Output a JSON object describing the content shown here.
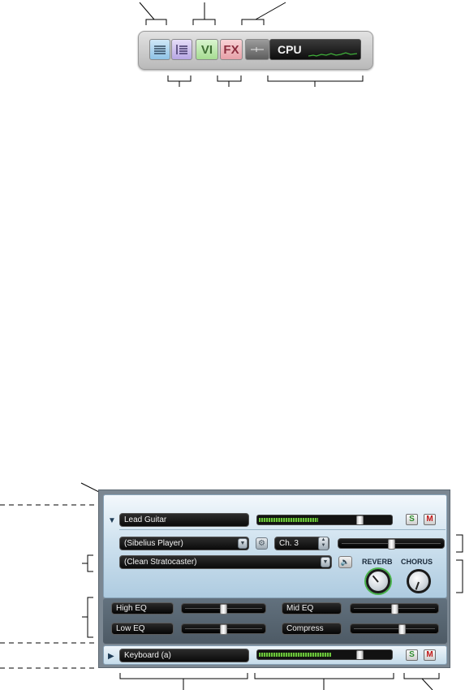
{
  "toolbar": {
    "vi_label": "VI",
    "fx_label": "FX",
    "minus_label": "-",
    "cpu_label": "CPU",
    "icons": [
      "mixer-icon",
      "track-list-icon"
    ]
  },
  "mixer": {
    "track1": {
      "name": "Lead Guitar",
      "device": "(Sibelius Player)",
      "channel": "Ch. 3",
      "sound": "(Clean Stratocaster)",
      "solo_label": "S",
      "mute_label": "M",
      "reverb_label": "REVERB",
      "chorus_label": "CHORUS",
      "meter_level": 0.45,
      "volume_level": 0.78,
      "pan_level": 0.5
    },
    "effects": {
      "high_eq_label": "High EQ",
      "low_eq_label": "Low EQ",
      "mid_eq_label": "Mid EQ",
      "compress_label": "Compress",
      "high_eq_level": 0.5,
      "low_eq_level": 0.5,
      "mid_eq_level": 0.5,
      "compress_level": 0.6
    },
    "track2": {
      "name": "Keyboard (a)",
      "solo_label": "S",
      "mute_label": "M",
      "meter_level": 0.55,
      "volume_level": 0.78
    }
  },
  "colors": {
    "solo": "#2c8a2c",
    "mute": "#c01818",
    "meter_green": "#6cc43c",
    "panel_blue": "#aecbe0"
  }
}
